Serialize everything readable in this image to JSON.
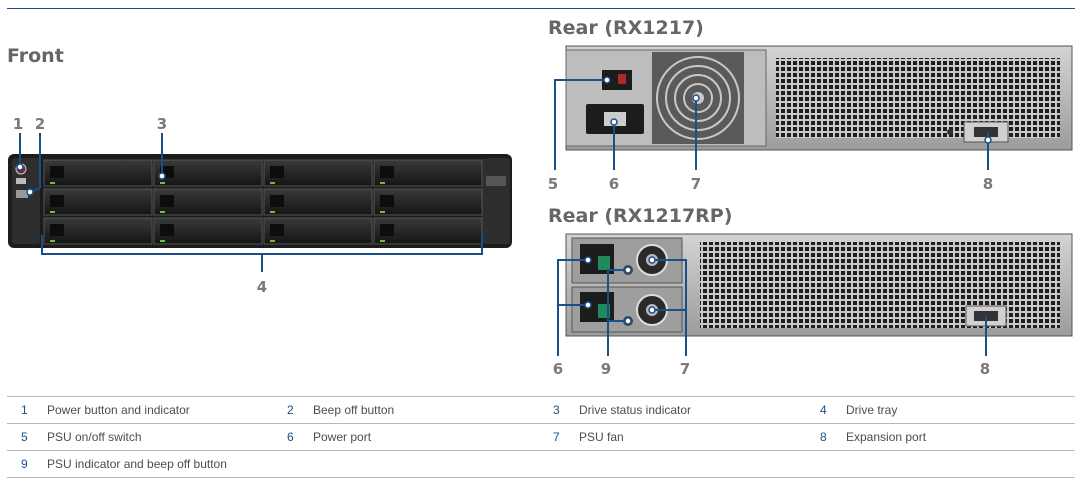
{
  "headings": {
    "front": "Front",
    "rear_rx1217": "Rear (RX1217)",
    "rear_rx1217rp": "Rear (RX1217RP)"
  },
  "callouts": {
    "front": [
      "1",
      "2",
      "3",
      "4"
    ],
    "rear_rx1217": [
      "5",
      "6",
      "7",
      "8"
    ],
    "rear_rx1217rp": [
      "6",
      "9",
      "7",
      "8"
    ]
  },
  "legend": [
    [
      {
        "num": "1",
        "label": "Power button and indicator"
      },
      {
        "num": "2",
        "label": "Beep off button"
      },
      {
        "num": "3",
        "label": "Drive status indicator"
      },
      {
        "num": "4",
        "label": "Drive tray"
      }
    ],
    [
      {
        "num": "5",
        "label": "PSU on/off switch"
      },
      {
        "num": "6",
        "label": "Power port"
      },
      {
        "num": "7",
        "label": "PSU fan"
      },
      {
        "num": "8",
        "label": "Expansion port"
      }
    ],
    [
      {
        "num": "9",
        "label": "PSU indicator and beep off button"
      }
    ]
  ],
  "colors": {
    "rule": "#1b4f8a",
    "callout": "#7a7a7a",
    "leader": "#1b4f8a",
    "chassis": "#2a2a2a",
    "metal": "#b5b5b5"
  }
}
